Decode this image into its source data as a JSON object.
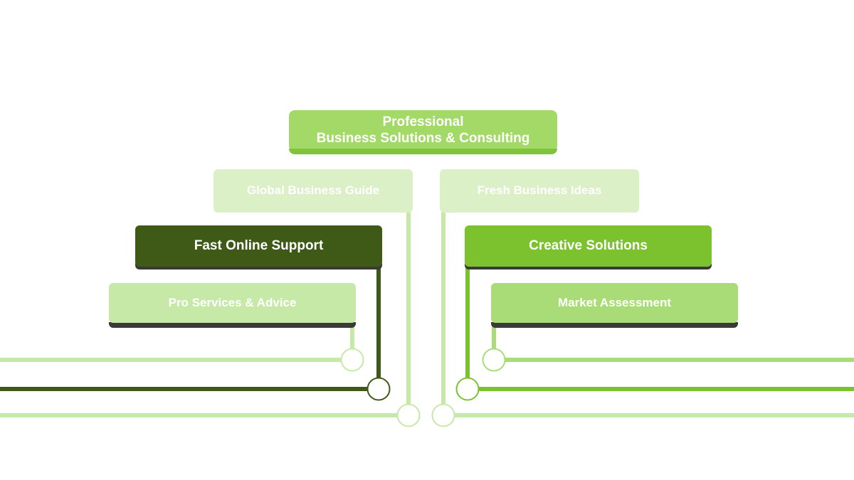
{
  "colors": {
    "title_bg": "#a2d967",
    "title_shade": "#7fc43a",
    "pale_bg": "#dcf0c8",
    "pale_line": "#c4e7a8",
    "dark_bg": "#3e5a16",
    "bright_bg": "#7cc22f",
    "light_bg": "#a9dc76",
    "line_light": "#c6e9a8",
    "line_dark": "#3e5a16",
    "line_bright": "#7cc22f",
    "shadow": "#3a3a3a"
  },
  "title": {
    "line1": "Professional",
    "line2": "Business Solutions & Consulting"
  },
  "items": {
    "global_guide": "Global Business Guide",
    "fresh_ideas": "Fresh Business Ideas",
    "fast_support": "Fast Online Support",
    "creative_solutions": "Creative Solutions",
    "pro_services": "Pro Services & Advice",
    "market_assessment": "Market Assessment"
  }
}
